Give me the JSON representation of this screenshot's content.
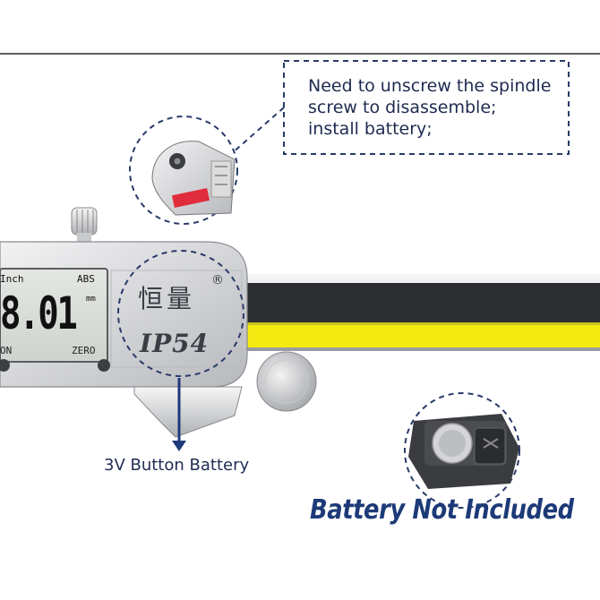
{
  "callout": {
    "lines": [
      "Need to unscrew the spindle",
      "screw to disassemble;",
      "install battery;"
    ]
  },
  "battery_label": "3V Button Battery",
  "battery_notice": "Battery Not Included",
  "display": {
    "unit": "Inch",
    "mode": "ABS",
    "reading": "8.01",
    "reading_unit": "mm",
    "on_button": "ON",
    "zero_button": "ZERO"
  },
  "brand": {
    "name": "恒量",
    "registered": "®",
    "ip_rating": "IP54"
  },
  "colors": {
    "callout_border": "#2a3a6a",
    "scale_black": "#2b2d30",
    "scale_yellow": "#f2ea10",
    "notice_blue": "#1d3a78"
  }
}
